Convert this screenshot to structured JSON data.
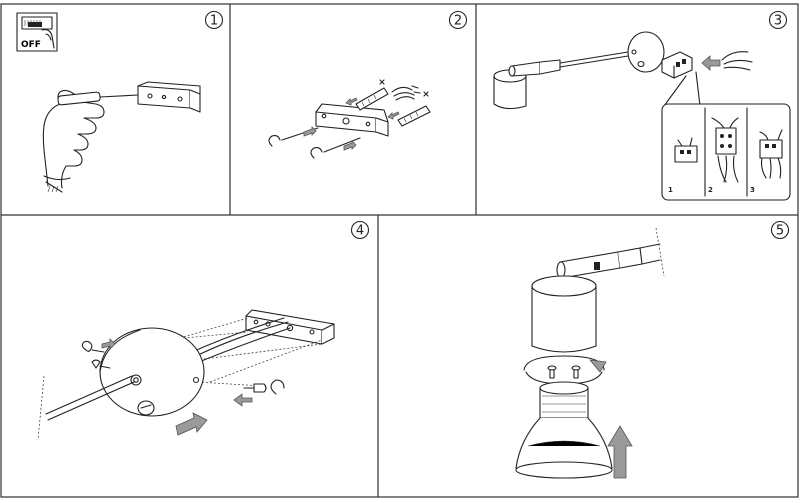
{
  "steps": [
    {
      "number": "1"
    },
    {
      "number": "2"
    },
    {
      "number": "3"
    },
    {
      "number": "4"
    },
    {
      "number": "5"
    }
  ],
  "switch_label": "OFF",
  "wiring_substeps": [
    "1",
    "2",
    "3"
  ],
  "colors": {
    "line": "#222222",
    "arrow": "#9a9a9a",
    "border": "#333333"
  }
}
